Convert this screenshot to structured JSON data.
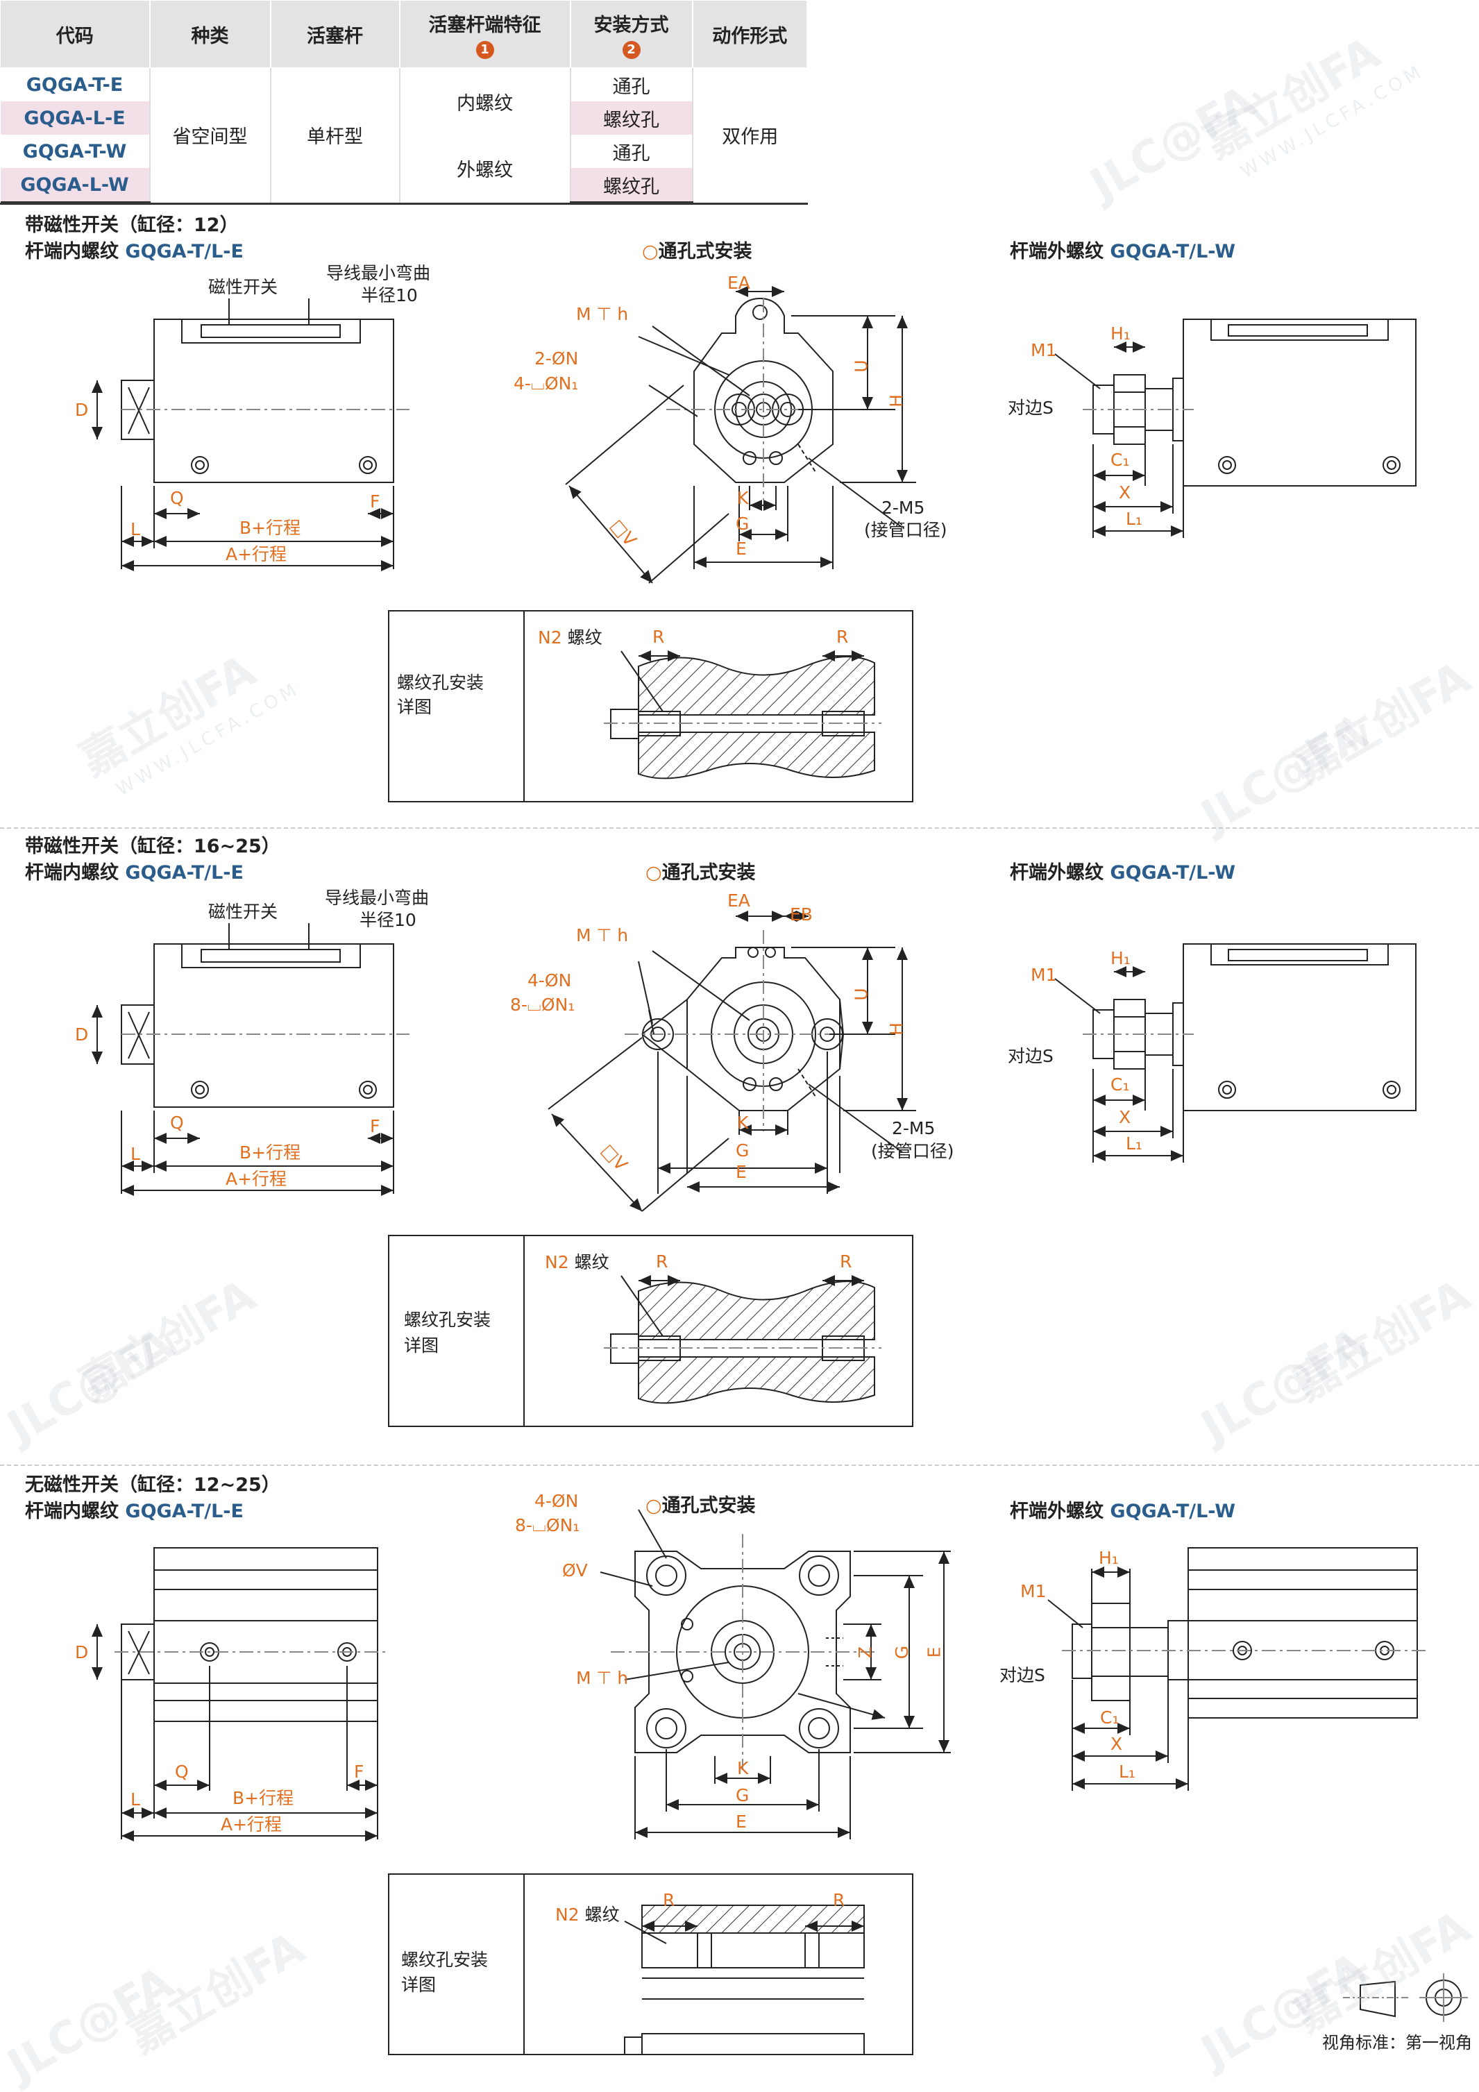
{
  "table": {
    "headers": [
      "代码",
      "种类",
      "活塞杆",
      "活塞杆端特征",
      "安装方式",
      "动作形式"
    ],
    "header_marks": [
      "1",
      "2"
    ],
    "codes": [
      "GQGA-T-E",
      "GQGA-L-E",
      "GQGA-T-W",
      "GQGA-L-W"
    ],
    "kind": "省空间型",
    "rod": "单杆型",
    "rod_end": [
      "内螺纹",
      "外螺纹"
    ],
    "mount": [
      "通孔",
      "螺纹孔",
      "通孔",
      "螺纹孔"
    ],
    "action": "双作用"
  },
  "sections": [
    {
      "title": "带磁性开关（缸径：12）",
      "sub_left_prefix": "杆端内螺纹",
      "sub_left_code": "GQGA-T/L-E",
      "center_title": "通孔式安装",
      "right_prefix": "杆端外螺纹",
      "right_code": "GQGA-T/L-W",
      "label_switch": "磁性开关",
      "label_bend_1": "导线最小弯曲",
      "label_bend_2": "半径10",
      "label_port": "2-M5",
      "label_port_2": "(接管口径)",
      "holes_n": "2-ØN",
      "holes_n1": "4-⌴ØN₁"
    },
    {
      "title": "带磁性开关（缸径：16~25）",
      "sub_left_prefix": "杆端内螺纹",
      "sub_left_code": "GQGA-T/L-E",
      "center_title": "通孔式安装",
      "right_prefix": "杆端外螺纹",
      "right_code": "GQGA-T/L-W",
      "label_switch": "磁性开关",
      "label_bend_1": "导线最小弯曲",
      "label_bend_2": "半径10",
      "label_port": "2-M5",
      "label_port_2": "(接管口径)",
      "holes_n": "4-ØN",
      "holes_n1": "8-⌴ØN₁"
    },
    {
      "title": "无磁性开关（缸径：12~25）",
      "sub_left_prefix": "杆端内螺纹",
      "sub_left_code": "GQGA-T/L-E",
      "center_title": "通孔式安装",
      "right_prefix": "杆端外螺纹",
      "right_code": "GQGA-T/L-W",
      "holes_n": "4-ØN",
      "holes_n1": "8-⌴ØN₁"
    }
  ],
  "dims": {
    "D": "D",
    "Q": "Q",
    "F": "F",
    "L": "L",
    "B_stroke": "B+行程",
    "A_stroke": "A+行程",
    "EA": "EA",
    "EB": "EB",
    "Mh": "M ⊤ h",
    "U": "U",
    "H": "H",
    "K": "K",
    "G": "G",
    "E": "E",
    "V": "□V",
    "Z": "Z",
    "OV": "ØV",
    "M1": "M1",
    "H1": "H₁",
    "S_label": "对边S",
    "C1": "C₁",
    "X": "X",
    "L1": "L₁",
    "N2": "N2",
    "N2_suffix": "螺纹",
    "R": "R"
  },
  "detail_label_1": "螺纹孔安装",
  "detail_label_2": "详图",
  "watermark_main": "嘉立创FA",
  "watermark_logo": "JLC@FA",
  "watermark_url": "WWW.JLCFA.COM",
  "view_label": "视角标准：第一视角",
  "colors": {
    "accent": "#e07020",
    "code_blue": "#2b5d8c",
    "pink_row": "#f2dfe8",
    "header_gray": "#e3e3e3"
  }
}
